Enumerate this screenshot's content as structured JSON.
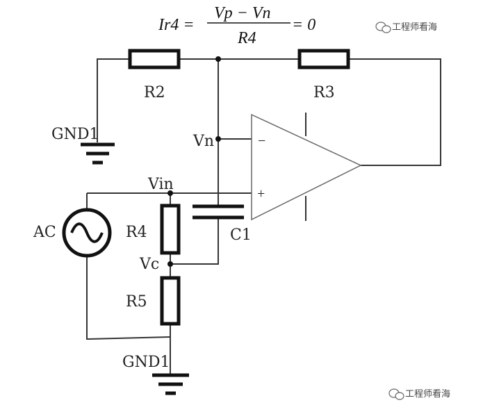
{
  "equation": {
    "lhs": "Ir4 =",
    "numerator": "Vp − Vn",
    "denominator": "R4",
    "rhs": "= 0"
  },
  "watermark_top": "工程师看海",
  "watermark_bottom": "工程师看海",
  "labels": {
    "r2": "R2",
    "r3": "R3",
    "r4": "R4",
    "r5": "R5",
    "c1": "C1",
    "ac": "AC",
    "vn": "Vn",
    "vin": "Vin",
    "vc": "Vc",
    "gnd_top": "GND1",
    "gnd_bottom": "GND1",
    "minus": "−",
    "plus": "+"
  },
  "icons": [
    "wechat-icon",
    "ground-icon",
    "ac-source-icon",
    "opamp-triangle"
  ]
}
